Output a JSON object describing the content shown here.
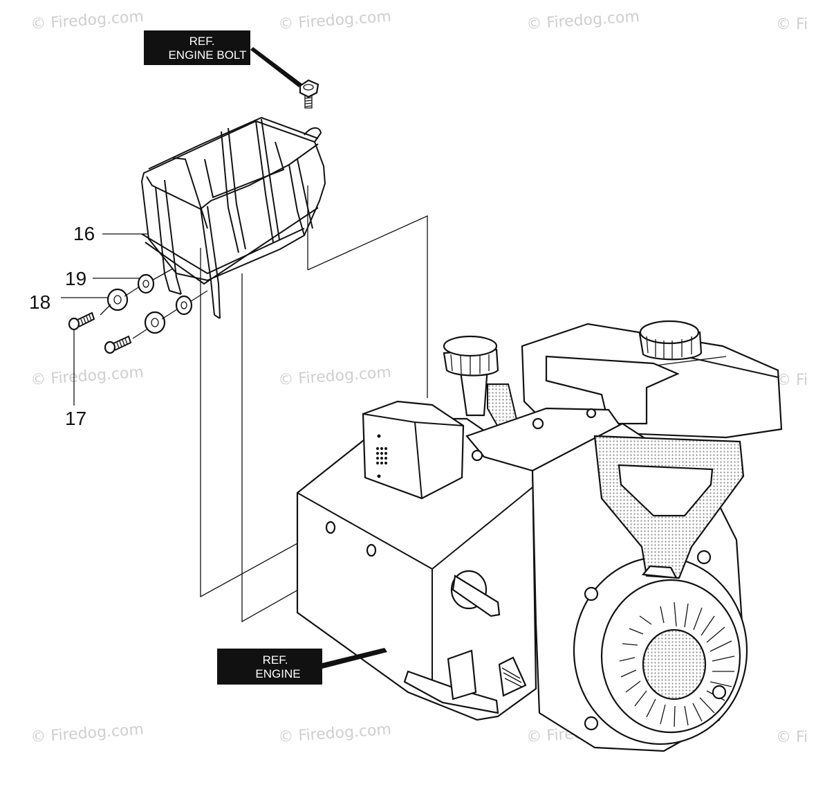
{
  "watermark": "© Firedog.com",
  "watermark_partial": "© Fi",
  "callouts": {
    "c16": "16",
    "c17": "17",
    "c18": "18",
    "c19": "19"
  },
  "ref_boxes": {
    "bolt_line1": "REF.",
    "bolt_line2": "ENGINE BOLT",
    "engine_line1": "REF.",
    "engine_line2": "ENGINE"
  },
  "colors": {
    "line": "#111111",
    "label_bg": "#111111",
    "label_text": "#ffffff",
    "watermark": "#cfcfcf",
    "stipple": "#bdbdbd"
  }
}
